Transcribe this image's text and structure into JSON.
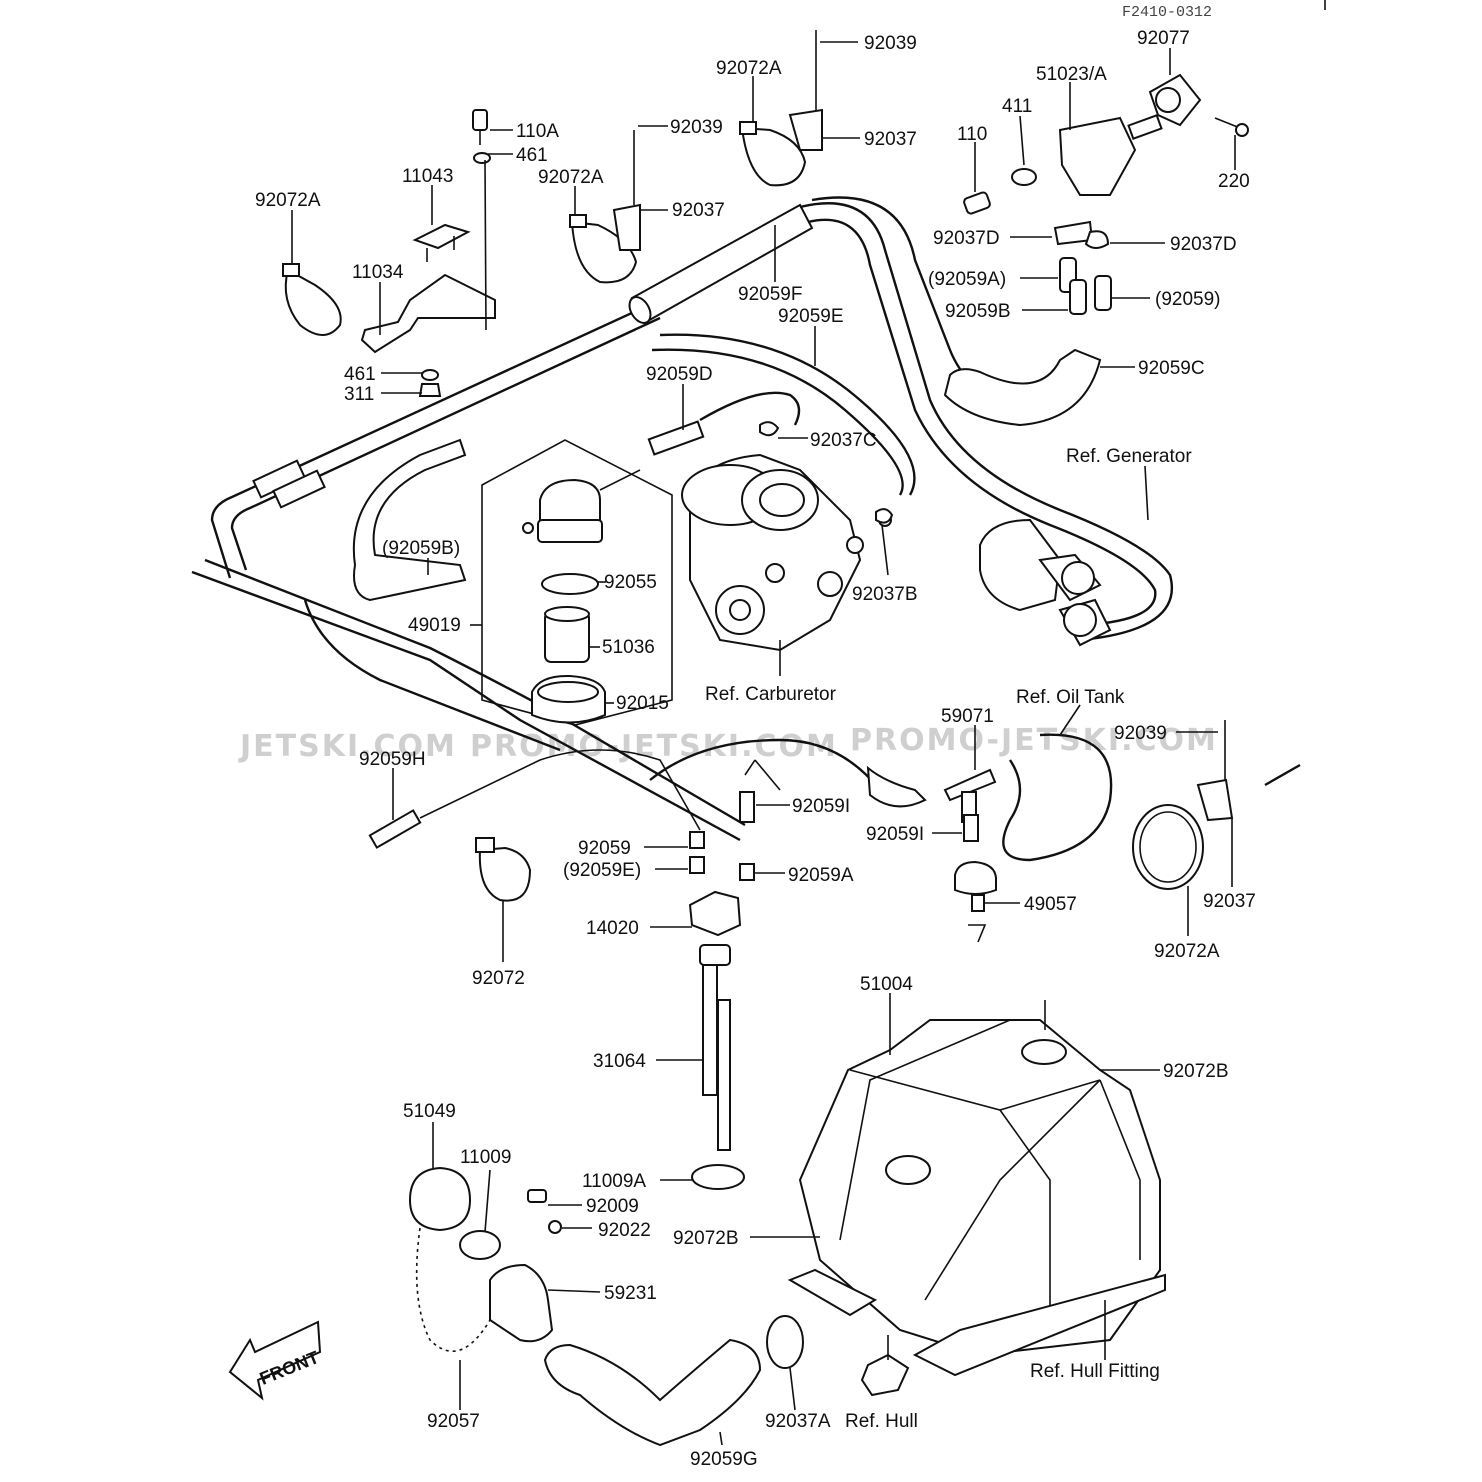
{
  "drawing_code": "F2410-0312",
  "watermarks": [
    "JETSKI.COM",
    "PROMO-JETSKI.COM",
    "PROMO-JETSKI.COM"
  ],
  "front_label": "FRONT",
  "labels": [
    {
      "id": "l1",
      "text": "92039"
    },
    {
      "id": "l2",
      "text": "92077"
    },
    {
      "id": "l3",
      "text": "92072A"
    },
    {
      "id": "l4",
      "text": "51023/A"
    },
    {
      "id": "l5",
      "text": "110A"
    },
    {
      "id": "l6",
      "text": "461"
    },
    {
      "id": "l7",
      "text": "92039"
    },
    {
      "id": "l8",
      "text": "92037"
    },
    {
      "id": "l9",
      "text": "411"
    },
    {
      "id": "l10",
      "text": "110"
    },
    {
      "id": "l11",
      "text": "11043"
    },
    {
      "id": "l12",
      "text": "92072A"
    },
    {
      "id": "l13",
      "text": "92037"
    },
    {
      "id": "l14",
      "text": "220"
    },
    {
      "id": "l15",
      "text": "92072A"
    },
    {
      "id": "l16",
      "text": "92037D"
    },
    {
      "id": "l17",
      "text": "92037D"
    },
    {
      "id": "l18",
      "text": "11034"
    },
    {
      "id": "l19",
      "text": "92059F"
    },
    {
      "id": "l20",
      "text": "(92059A)"
    },
    {
      "id": "l21",
      "text": "92059E"
    },
    {
      "id": "l22",
      "text": "92059B"
    },
    {
      "id": "l23",
      "text": "(92059)"
    },
    {
      "id": "l24",
      "text": "461"
    },
    {
      "id": "l25",
      "text": "92059D"
    },
    {
      "id": "l26",
      "text": "92059C"
    },
    {
      "id": "l27",
      "text": "311"
    },
    {
      "id": "l28",
      "text": "92037C"
    },
    {
      "id": "l29",
      "text": "Ref. Generator"
    },
    {
      "id": "l30",
      "text": "(92059B)"
    },
    {
      "id": "l31",
      "text": "92055"
    },
    {
      "id": "l32",
      "text": "92037B"
    },
    {
      "id": "l33",
      "text": "49019"
    },
    {
      "id": "l34",
      "text": "51036"
    },
    {
      "id": "l35",
      "text": "92015"
    },
    {
      "id": "l36",
      "text": "Ref. Carburetor"
    },
    {
      "id": "l37",
      "text": "Ref. Oil Tank"
    },
    {
      "id": "l38",
      "text": "59071"
    },
    {
      "id": "l39",
      "text": "92039"
    },
    {
      "id": "l40",
      "text": "92059H"
    },
    {
      "id": "l41",
      "text": "92059I"
    },
    {
      "id": "l42",
      "text": "92059I"
    },
    {
      "id": "l43",
      "text": "92059"
    },
    {
      "id": "l44",
      "text": "(92059E)"
    },
    {
      "id": "l45",
      "text": "92059A"
    },
    {
      "id": "l46",
      "text": "49057"
    },
    {
      "id": "l47",
      "text": "92037"
    },
    {
      "id": "l48",
      "text": "14020"
    },
    {
      "id": "l49",
      "text": "92072A"
    },
    {
      "id": "l50",
      "text": "92072"
    },
    {
      "id": "l51",
      "text": "51004"
    },
    {
      "id": "l52",
      "text": "92072B"
    },
    {
      "id": "l53",
      "text": "31064"
    },
    {
      "id": "l54",
      "text": "51049"
    },
    {
      "id": "l55",
      "text": "11009"
    },
    {
      "id": "l56",
      "text": "11009A"
    },
    {
      "id": "l57",
      "text": "92009"
    },
    {
      "id": "l58",
      "text": "92022"
    },
    {
      "id": "l59",
      "text": "92072B"
    },
    {
      "id": "l60",
      "text": "59231"
    },
    {
      "id": "l61",
      "text": "Ref. Hull Fitting"
    },
    {
      "id": "l62",
      "text": "92037A"
    },
    {
      "id": "l63",
      "text": "Ref. Hull"
    },
    {
      "id": "l64",
      "text": "92057"
    },
    {
      "id": "l65",
      "text": "92059G"
    }
  ]
}
